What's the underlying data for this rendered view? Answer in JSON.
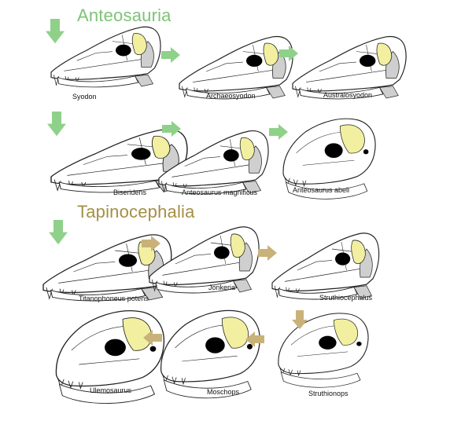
{
  "colors": {
    "anteosauria_title": "#7dc377",
    "tapinocephalia_title": "#a58f45",
    "green_arrow": "#8fd18a",
    "tan_arrow": "#c9b27a",
    "temporal_fenestra": "#f2f0a0",
    "orbit": "#000000",
    "shading": "#cfcfcf",
    "outline": "#222222"
  },
  "groups": {
    "anteosauria": "Anteosauria",
    "tapinocephalia": "Tapinocephalia"
  },
  "taxa": [
    {
      "id": "syodon",
      "label": "Syodon",
      "group": "anteosauria"
    },
    {
      "id": "archaeosyodon",
      "label": "Archaeosyodon",
      "group": "anteosauria"
    },
    {
      "id": "australosyodon",
      "label": "Australosyodon",
      "group": "anteosauria"
    },
    {
      "id": "biseridens",
      "label": "Biseridens",
      "group": "anteosauria"
    },
    {
      "id": "anteosaurus-magnificus",
      "label": "Anteosaurus magnificus",
      "group": "anteosauria"
    },
    {
      "id": "anteosaurus-abeli",
      "label": "Anteosaurus abeli",
      "group": "anteosauria"
    },
    {
      "id": "titanophoneus-potens",
      "label": "Titanophoneus potens",
      "group": "tapinocephalia"
    },
    {
      "id": "jonkeria",
      "label": "Jonkeria",
      "group": "tapinocephalia"
    },
    {
      "id": "struthiocephalus",
      "label": "Struthiocephalus",
      "group": "tapinocephalia"
    },
    {
      "id": "struthionops",
      "label": "Struthionops",
      "group": "tapinocephalia"
    },
    {
      "id": "moschops",
      "label": "Moschops",
      "group": "tapinocephalia"
    },
    {
      "id": "ulemosaurus",
      "label": "Ulemosaurus",
      "group": "tapinocephalia"
    }
  ],
  "arrows": [
    {
      "id": "arrow-start-row1",
      "color": "green",
      "direction": "down"
    },
    {
      "id": "arrow-syodon-archaeosyodon",
      "color": "green",
      "direction": "right"
    },
    {
      "id": "arrow-archaeosyodon-australosyodon",
      "color": "green",
      "direction": "right"
    },
    {
      "id": "arrow-start-row2",
      "color": "green",
      "direction": "down"
    },
    {
      "id": "arrow-biseridens-magnificus",
      "color": "green",
      "direction": "right"
    },
    {
      "id": "arrow-magnificus-abeli",
      "color": "green",
      "direction": "right"
    },
    {
      "id": "arrow-start-row3",
      "color": "green",
      "direction": "down"
    },
    {
      "id": "arrow-titanophoneus-jonkeria",
      "color": "tan",
      "direction": "right"
    },
    {
      "id": "arrow-jonkeria-struthiocephalus",
      "color": "tan",
      "direction": "right"
    },
    {
      "id": "arrow-struthiocephalus-struthionops",
      "color": "tan",
      "direction": "down"
    },
    {
      "id": "arrow-struthionops-moschops",
      "color": "tan",
      "direction": "left"
    },
    {
      "id": "arrow-moschops-ulemosaurus",
      "color": "tan",
      "direction": "left"
    }
  ]
}
